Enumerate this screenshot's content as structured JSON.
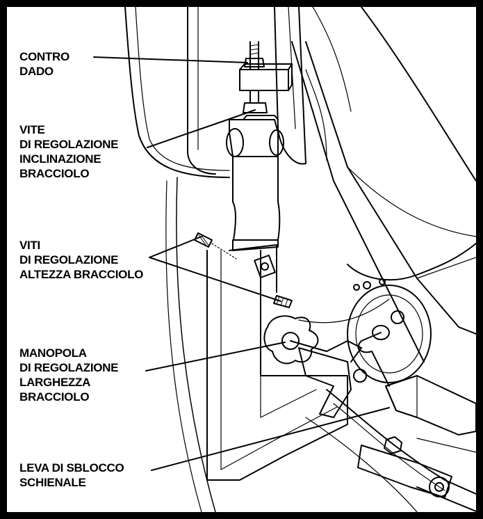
{
  "callouts": {
    "contro_dado": [
      "CONTRO",
      "DADO"
    ],
    "vite_regolazione_inclinazione": [
      "VITE",
      "DI REGOLAZIONE",
      "INCLINAZIONE",
      "BRACCIOLO"
    ],
    "viti_regolazione_altezza": [
      "VITI",
      "DI REGOLAZIONE",
      "ALTEZZA BRACCIOLO"
    ],
    "manopola_regolazione_larghezza": [
      "MANOPOLA",
      "DI REGOLAZIONE",
      "LARGHEZZA",
      "BRACCIOLO"
    ],
    "leva_sblocco_schienale": [
      "LEVA DI SBLOCCO",
      "SCHIENALE"
    ]
  },
  "colors": {
    "line": "#000000",
    "background": "#ffffff"
  }
}
